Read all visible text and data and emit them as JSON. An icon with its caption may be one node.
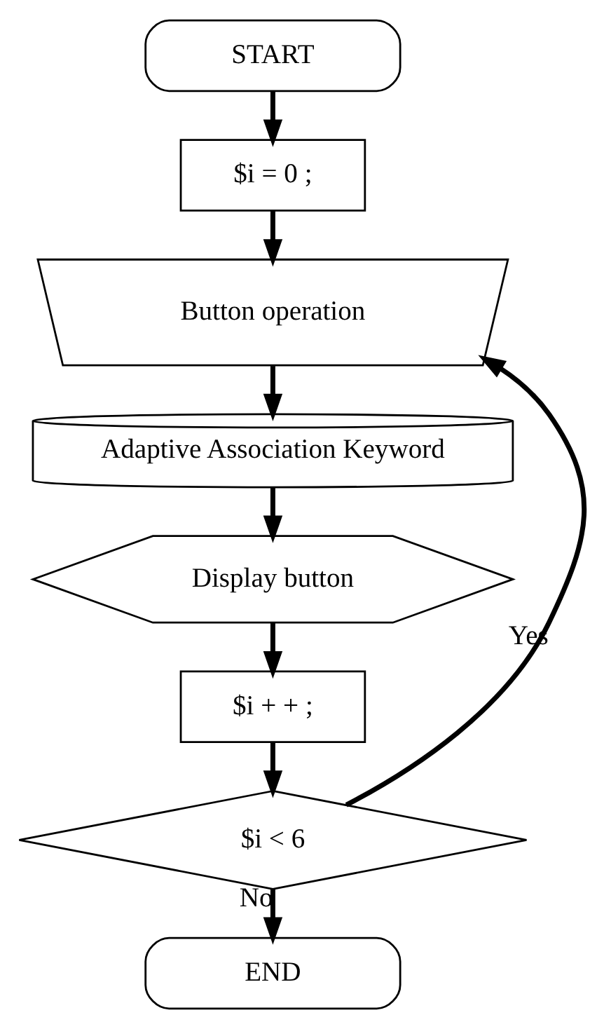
{
  "diagram": {
    "nodes": [
      {
        "text": [
          "START"
        ]
      },
      {
        "text": [
          "$i = 0 ;"
        ]
      },
      {
        "text": [
          "Button operation"
        ]
      },
      {
        "text": [
          "Adaptive Association Keyword"
        ]
      },
      {
        "text": [
          "Display button"
        ]
      },
      {
        "text": [
          "$i + + ;"
        ]
      },
      {
        "text": [
          "$i < 6"
        ]
      },
      {
        "text": [
          "END"
        ]
      }
    ],
    "edges": [
      {
        "from": 0,
        "to": 1,
        "arrow": "to"
      },
      {
        "from": 1,
        "to": 2,
        "arrow": "to"
      },
      {
        "from": 2,
        "to": 3,
        "arrow": "to"
      },
      {
        "from": 3,
        "to": 4,
        "arrow": "to"
      },
      {
        "from": 4,
        "to": 5,
        "arrow": "to"
      },
      {
        "from": 5,
        "to": 6,
        "arrow": "to"
      },
      {
        "from": 6,
        "to": 2,
        "arrow": "to",
        "label": "Yes"
      },
      {
        "from": 6,
        "to": 7,
        "arrow": "to",
        "label": "No"
      }
    ]
  }
}
